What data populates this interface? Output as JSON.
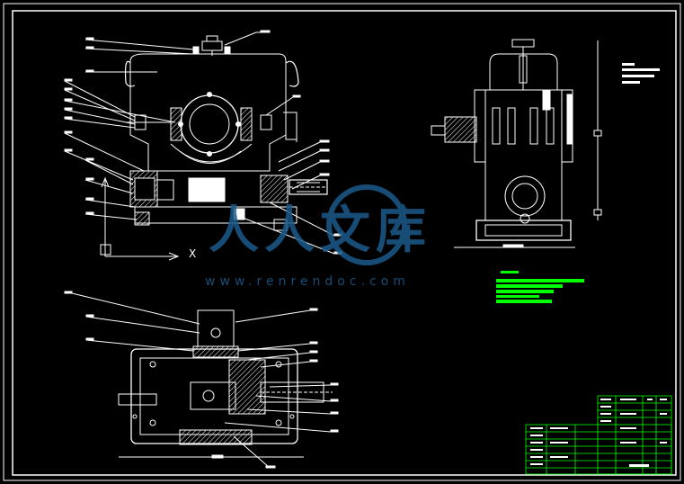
{
  "drawing": {
    "background": "#000000",
    "line_color": "#ffffff",
    "accent_color": "#00ff00",
    "dim_color": "#d0d0d0"
  },
  "axis_labels": {
    "x": "X"
  },
  "watermark": {
    "brand_cn": "人人文库",
    "url": "www.renrendoc.com",
    "color": "#1a5a8a"
  },
  "title_block": {
    "present": true
  }
}
